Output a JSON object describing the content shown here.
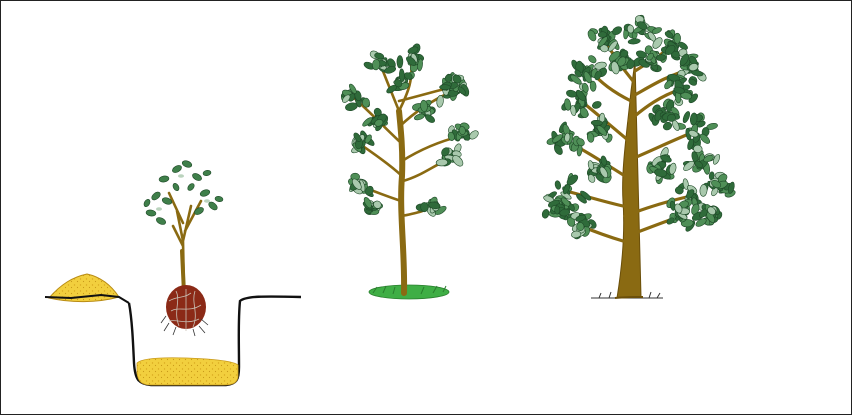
{
  "illustration": {
    "stages": [
      "planting-hole",
      "young-tree",
      "mature-tree"
    ],
    "colors": {
      "trunk": "#8a6a12",
      "trunk_outline": "#6b4f0a",
      "foliage_dark": "#2f6b3a",
      "foliage_mid": "#4f8f57",
      "foliage_light": "#a9c9ad",
      "soil_fill": "#f2cf3e",
      "root_ball": "#8b2a17",
      "grass": "#3fae45",
      "outline": "#111111",
      "frame_border": "#222222",
      "background": "#ffffff"
    }
  }
}
